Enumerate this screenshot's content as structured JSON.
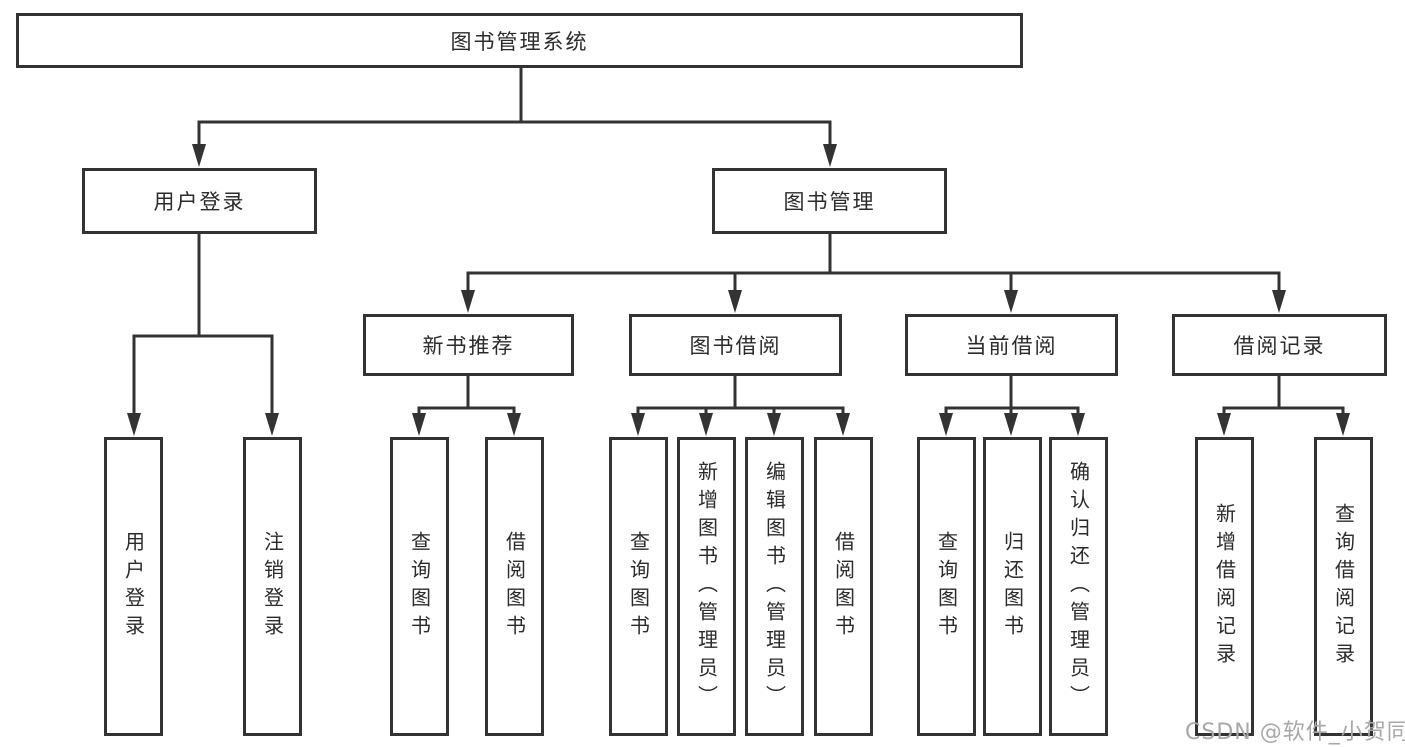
{
  "diagram": {
    "root": {
      "label": "图书管理系统"
    },
    "level2": [
      {
        "label": "用户登录"
      },
      {
        "label": "图书管理"
      }
    ],
    "level3": [
      {
        "label": "新书推荐"
      },
      {
        "label": "图书借阅"
      },
      {
        "label": "当前借阅"
      },
      {
        "label": "借阅记录"
      }
    ],
    "leaves": {
      "login": [
        {
          "label": "用户登录"
        },
        {
          "label": "注销登录"
        }
      ],
      "recommend": [
        {
          "label": "查询图书"
        },
        {
          "label": "借阅图书"
        }
      ],
      "borrow": [
        {
          "label": "查询图书"
        },
        {
          "label": "新增图书（管理员）"
        },
        {
          "label": "编辑图书（管理员）"
        },
        {
          "label": "借阅图书"
        }
      ],
      "current": [
        {
          "label": "查询图书"
        },
        {
          "label": "归还图书"
        },
        {
          "label": "确认归还（管理员）"
        }
      ],
      "records": [
        {
          "label": "新增借阅记录"
        },
        {
          "label": "查询借阅记录"
        }
      ]
    }
  },
  "watermark": {
    "text": "CSDN @软件_小贺同学"
  },
  "colors": {
    "line": "#333333",
    "box_border": "#333333",
    "box_background": "#ffffff",
    "text": "#2b2b2b",
    "watermark": "#a8a8a8",
    "page_background": "#ffffff"
  }
}
